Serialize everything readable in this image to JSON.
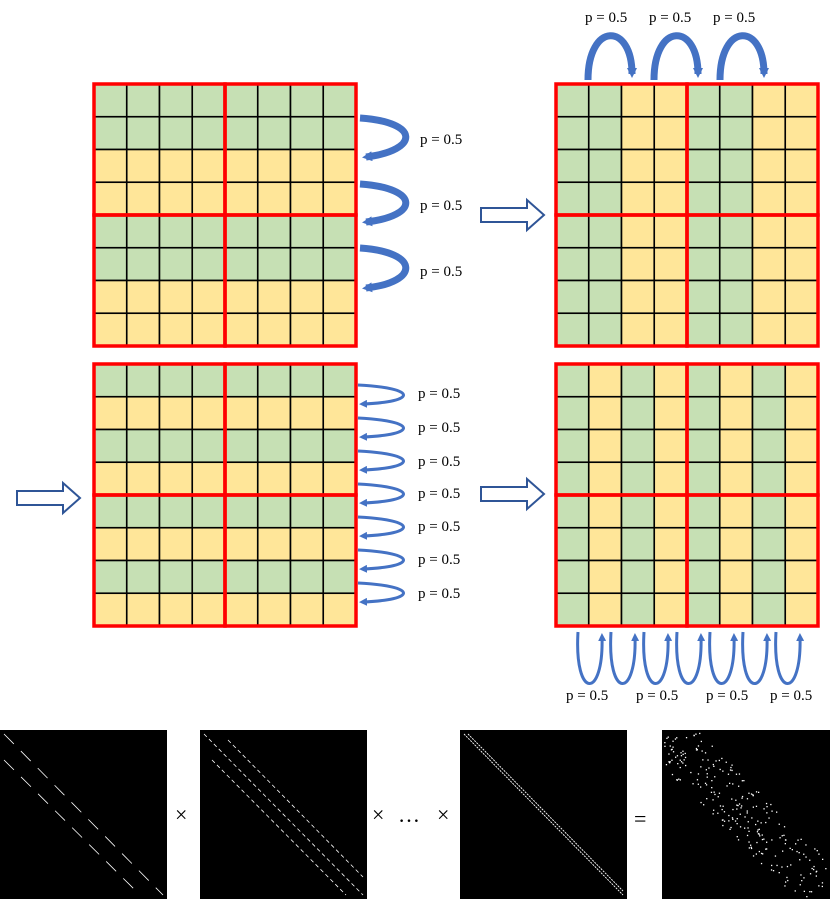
{
  "colors": {
    "green": "#c6e0b4",
    "yellow": "#ffe699",
    "grid_line": "#000000",
    "block_border": "#ff0000",
    "swap_arrow": "#4472c4",
    "hollow_arrow": "#2f5597",
    "matrix_bg": "#000000"
  },
  "grids": [
    {
      "id": "grid-top-left",
      "description": "2 green rows / 2 yellow rows per 4x4 block",
      "rows": [
        "GGGGGGGG",
        "GGGGGGGG",
        "YYYYYYYY",
        "YYYYYYYY",
        "GGGGGGGG",
        "GGGGGGGG",
        "YYYYYYYY",
        "YYYYYYYY"
      ]
    },
    {
      "id": "grid-top-right",
      "rows": [
        "GGYYGGYY",
        "GGYYGGYY",
        "GGYYGGYY",
        "GGYYGGYY",
        "GGYYGGYY",
        "GGYYGGYY",
        "GGYYGGYY",
        "GGYYGGYY"
      ]
    },
    {
      "id": "grid-bottom-left",
      "rows": [
        "GGGGGGGG",
        "YYYYYYYY",
        "GGGGGGGG",
        "YYYYYYYY",
        "GGGGGGGG",
        "YYYYYYYY",
        "GGGGGGGG",
        "YYYYYYYY"
      ]
    },
    {
      "id": "grid-bottom-right",
      "rows": [
        "GYGYGYGY",
        "GYGYGYGY",
        "GYGYGYGY",
        "GYGYGYGY",
        "GYGYGYGY",
        "GYGYGYGY",
        "GYGYGYGY",
        "GYGYGYGY"
      ]
    }
  ],
  "labels": {
    "prob": "p = 0.5"
  },
  "operators": {
    "times": "×",
    "ellipsis": "…",
    "equals": "="
  },
  "matrices": [
    "matrix-1",
    "matrix-2",
    "matrix-3",
    "matrix-result"
  ]
}
